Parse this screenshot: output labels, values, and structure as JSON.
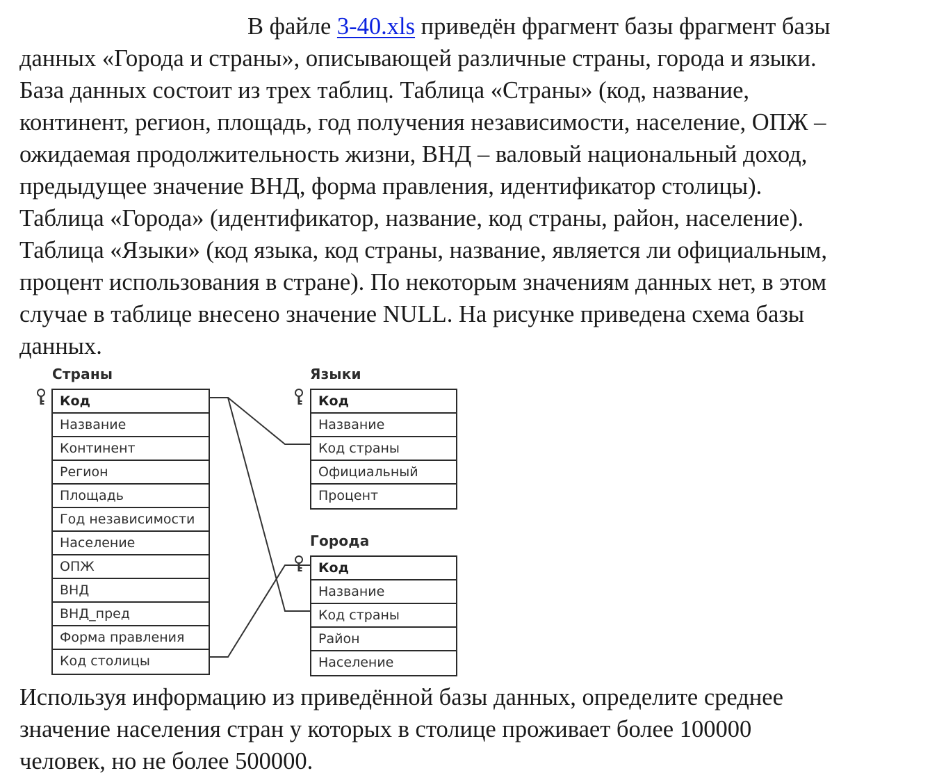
{
  "intro": {
    "line1_prefix": "В файле ",
    "file_link": "3-40.xls",
    "line1_suffix": " приведён фрагмент базы фрагмент базы",
    "line2": "данных «Города и страны», описывающей различные страны, города и языки.",
    "line3": "База данных состоит из трех таблиц. Таблица «Страны» (код, название,",
    "line4": "континент, регион, площадь, год получения независимости, население, ОПЖ –",
    "line5": "ожидаемая продолжительность жизни, ВНД – валовый национальный доход,",
    "line6": "предыдущее значение ВНД, форма правления, идентификатор столицы).",
    "line7": "Таблица «Города» (идентификатор, название, код страны, район, население).",
    "line8": "Таблица «Языки» (код языка, код страны, название, является ли официальным,",
    "line9": "процент использования в стране). По некоторым значениям данных нет, в этом",
    "line10": "случае в таблице внесено значение NULL. На рисунке приведена схема базы",
    "line11": "данных."
  },
  "schema": {
    "countries": {
      "title": "Страны",
      "fields": [
        "Код",
        "Название",
        "Континент",
        "Регион",
        "Площадь",
        "Год независимости",
        "Население",
        "ОПЖ",
        "ВНД",
        "ВНД_пред",
        "Форма правления",
        "Код столицы"
      ]
    },
    "languages": {
      "title": "Языки",
      "fields": [
        "Код",
        "Название",
        "Код страны",
        "Официальный",
        "Процент"
      ]
    },
    "cities": {
      "title": "Города",
      "fields": [
        "Код",
        "Название",
        "Код страны",
        "Район",
        "Население"
      ]
    },
    "icons": {
      "primary_key": "key-icon"
    }
  },
  "outro": {
    "line1": "Используя информацию из приведённой базы данных, определите среднее",
    "line2": "значение населения стран у которых в столице проживает более 100000",
    "line3": "человек, но не более 500000."
  }
}
